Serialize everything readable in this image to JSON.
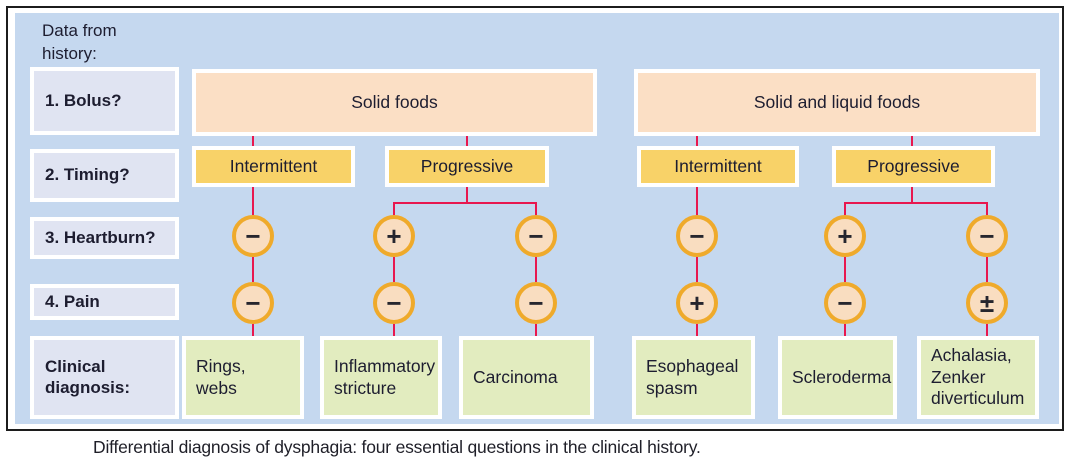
{
  "header": {
    "text": "Data from\nhistory:"
  },
  "row_labels": {
    "bolus": "1. Bolus?",
    "timing": "2. Timing?",
    "heartburn": "3. Heartburn?",
    "pain": "4. Pain",
    "diagnosis": "Clinical diagnosis:"
  },
  "bolus_boxes": [
    "Solid foods",
    "Solid and liquid foods"
  ],
  "timing_boxes": [
    "Intermittent",
    "Progressive",
    "Intermittent",
    "Progressive"
  ],
  "heartburn_signs": [
    "−",
    "+",
    "−",
    "−",
    "+",
    "−"
  ],
  "pain_signs": [
    "−",
    "−",
    "−",
    "+",
    "−",
    "±"
  ],
  "diagnoses": [
    "Rings,\nwebs",
    "Inflammatory\nstricture",
    "Carcinoma",
    "Esophageal\nspasm",
    "Scleroderma",
    "Achalasia,\nZenker\ndiverticulum"
  ],
  "caption": "Differential diagnosis of dysphagia: four essential questions in the clinical history.",
  "colors": {
    "panel_blue": "#c5d8ef",
    "label_lavender": "#e0e4f2",
    "bolus_peach": "#fbdfc5",
    "timing_yellow": "#f8d268",
    "diagnosis_green": "#e2ecbf",
    "circle_fill": "#f9ddc0",
    "circle_border": "#efaa2b",
    "connector_red": "#e8174f",
    "text_dark": "#1d1d30"
  }
}
